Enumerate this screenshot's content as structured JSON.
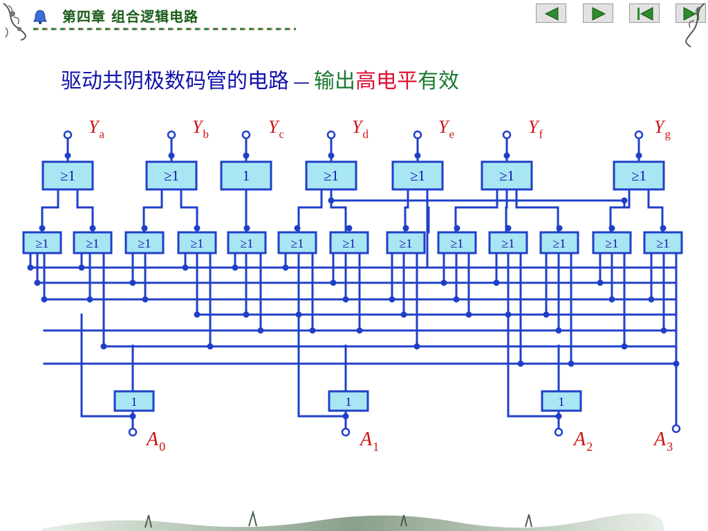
{
  "header": {
    "chapter": "第四章  组合逻辑电路",
    "nav": [
      {
        "name": "prev-button",
        "icon": "triangle-left-icon"
      },
      {
        "name": "next-button",
        "icon": "triangle-right-icon"
      },
      {
        "name": "first-button",
        "icon": "skip-first-icon"
      },
      {
        "name": "last-button",
        "icon": "skip-last-icon"
      }
    ]
  },
  "title": {
    "main": "驱动共阴极数码管的电路",
    "sep": "—",
    "part1": "输出",
    "part2": "高电平",
    "part3": "有效"
  },
  "outputs": [
    {
      "base": "Y",
      "sub": "a"
    },
    {
      "base": "Y",
      "sub": "b"
    },
    {
      "base": "Y",
      "sub": "c"
    },
    {
      "base": "Y",
      "sub": "d"
    },
    {
      "base": "Y",
      "sub": "e"
    },
    {
      "base": "Y",
      "sub": "f"
    },
    {
      "base": "Y",
      "sub": "g"
    }
  ],
  "top_gate_labels": [
    "≥1",
    "≥1",
    "1",
    "≥1",
    "≥1",
    "≥1",
    "≥1"
  ],
  "mid_gate_label": "≥1",
  "buffer_label": "1",
  "inputs": [
    {
      "base": "A",
      "sub": "0"
    },
    {
      "base": "A",
      "sub": "1"
    },
    {
      "base": "A",
      "sub": "2"
    },
    {
      "base": "A",
      "sub": "3"
    }
  ],
  "colors": {
    "wire": "#1f3fc8",
    "gate_fill": "#a8e6f4",
    "output_label": "#cc1111",
    "gate_text": "#1111aa"
  }
}
